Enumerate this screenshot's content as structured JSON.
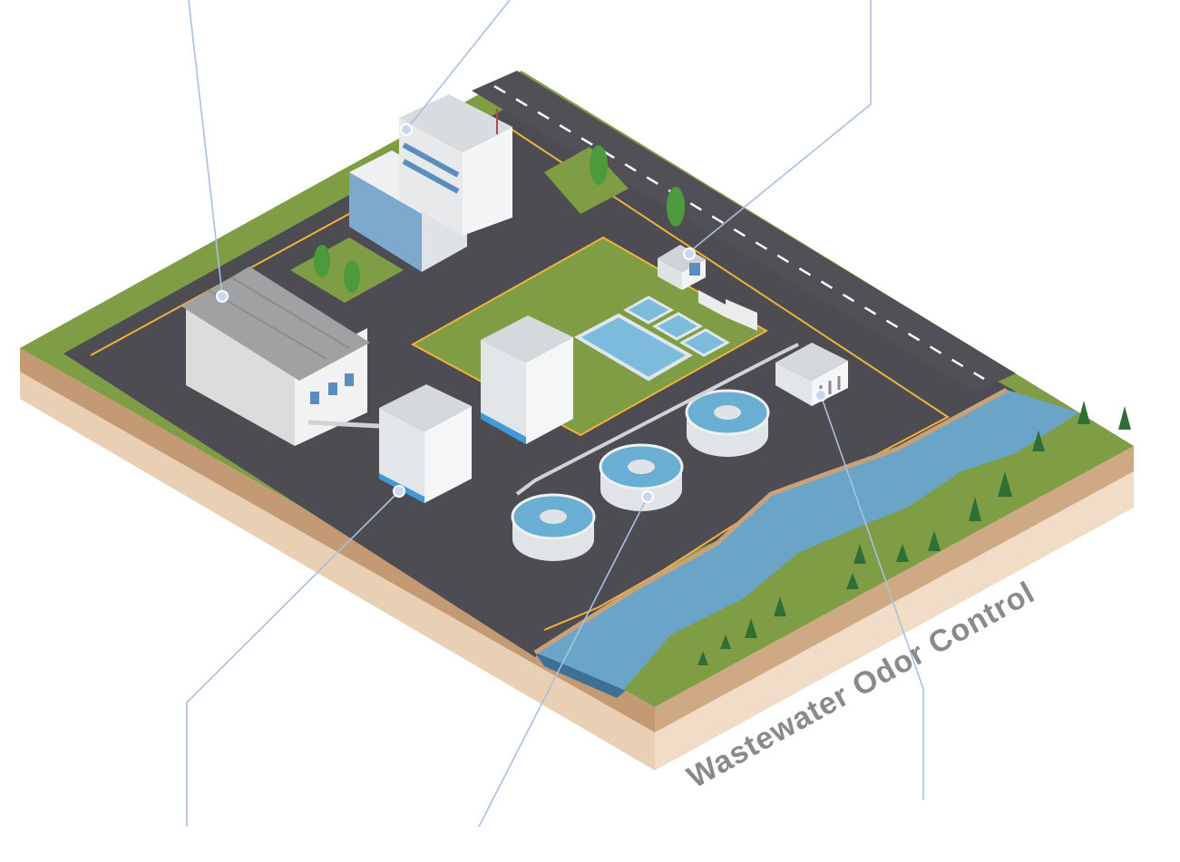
{
  "diagram": {
    "title": "Wastewater Odor Control",
    "colors": {
      "grass": "#7f9d45",
      "asphalt": "#4e4c53",
      "road_line": "#f2b13a",
      "water": "#6aa4c6",
      "soil_top": "#c8a079",
      "soil_bottom": "#eed8c2",
      "callout_line": "#a9bfe3"
    },
    "callouts": [
      {
        "name": "callout-warehouse",
        "target": "warehouse"
      },
      {
        "name": "callout-office",
        "target": "office-building"
      },
      {
        "name": "callout-control-house",
        "target": "control-house"
      },
      {
        "name": "callout-odor-unit-front",
        "target": "odor-control-unit"
      },
      {
        "name": "callout-clarifier",
        "target": "clarifier-tank"
      },
      {
        "name": "callout-outfall-building",
        "target": "outfall-building"
      }
    ]
  }
}
